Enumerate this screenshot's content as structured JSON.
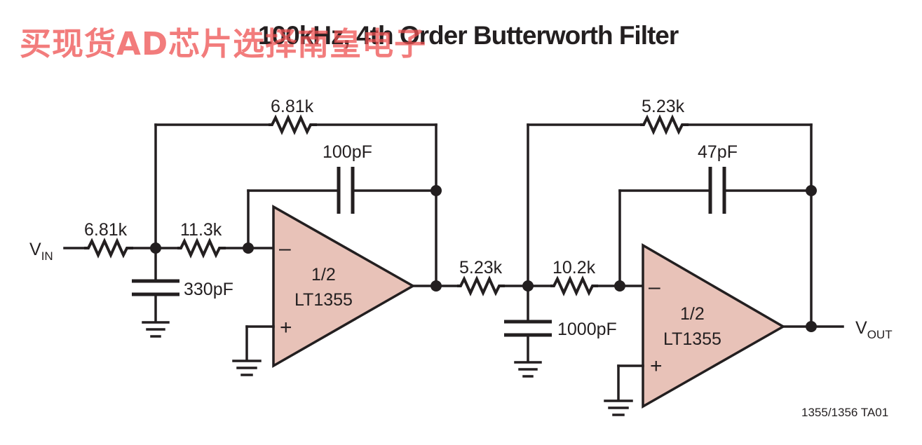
{
  "title": "100kHz, 4th Order Butterworth Filter",
  "watermark": "买现货AD芯片选择南皇电子",
  "figure_id": "1355/1356 TA01",
  "colors": {
    "opamp_fill": "#e8c2b8",
    "ink": "#231f20",
    "watermark": "#ee5050"
  },
  "signals": {
    "input": {
      "main": "V",
      "sub": "IN"
    },
    "output": {
      "main": "V",
      "sub": "OUT"
    }
  },
  "stage1": {
    "r_in": "6.81k",
    "r_series": "11.3k",
    "r_feedback": "6.81k",
    "c_feedback": "100pF",
    "c_ground": "330pF",
    "opamp": {
      "line1": "1/2",
      "line2": "LT1355",
      "inv": "–",
      "noninv": "+"
    }
  },
  "stage2": {
    "r_in": "5.23k",
    "r_series": "10.2k",
    "r_feedback": "5.23k",
    "c_feedback": "47pF",
    "c_ground": "1000pF",
    "opamp": {
      "line1": "1/2",
      "line2": "LT1355",
      "inv": "–",
      "noninv": "+"
    }
  }
}
